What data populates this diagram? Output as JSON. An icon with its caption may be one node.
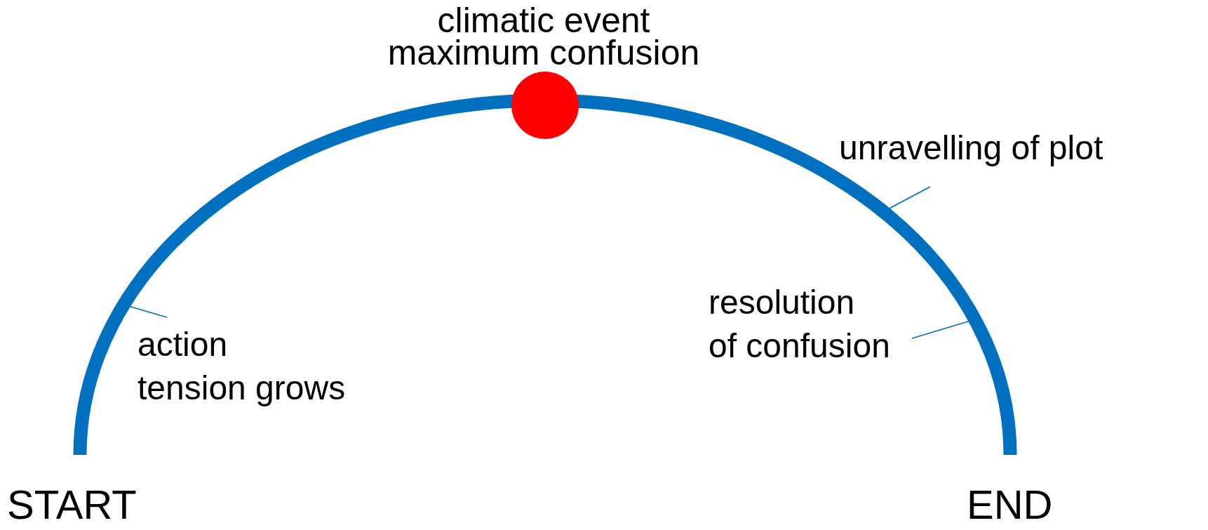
{
  "diagram": {
    "nodes": [
      {
        "text": [],
        "shape": "circle",
        "beside": [
          "climatic event",
          "maximum confusion"
        ]
      },
      {
        "text": [
          "action",
          "tension grows"
        ]
      },
      {
        "text": [
          "unravelling of plot"
        ]
      },
      {
        "text": [
          "resolution",
          "of confusion"
        ]
      }
    ],
    "edges": [
      {
        "from": 1,
        "to": null,
        "arrow": "none"
      },
      {
        "from": 2,
        "to": null,
        "arrow": "none"
      },
      {
        "from": 3,
        "to": null,
        "arrow": "none"
      }
    ],
    "labels": [
      "START",
      "END"
    ]
  }
}
